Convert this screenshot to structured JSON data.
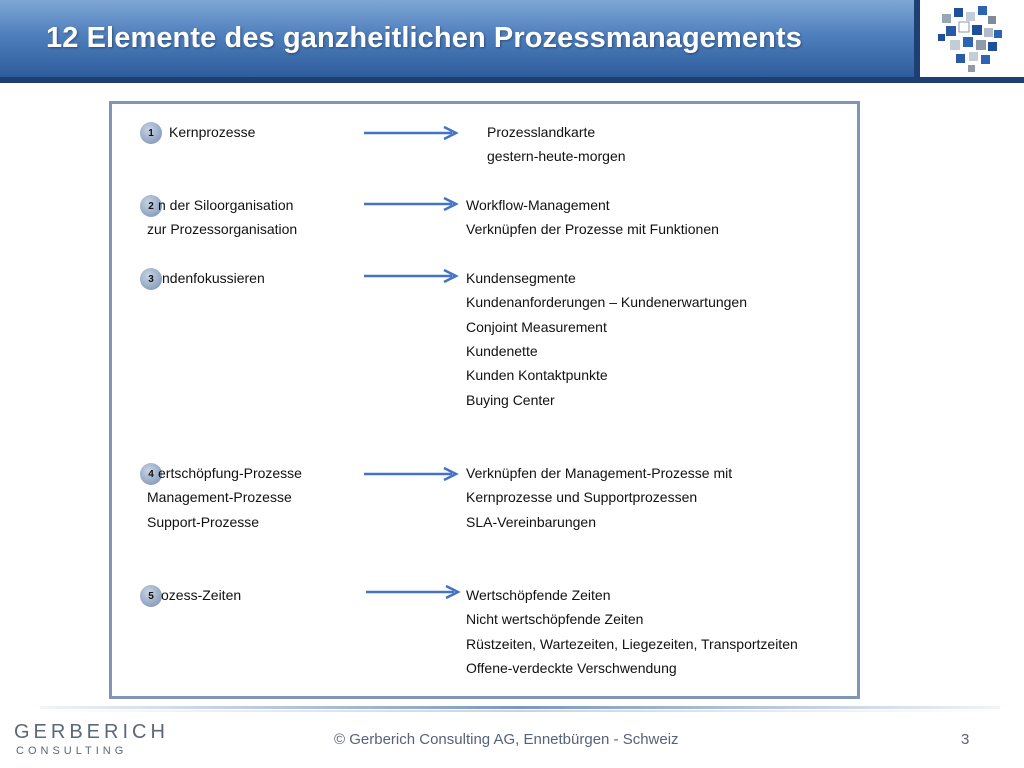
{
  "header": {
    "title": "12 Elemente des ganzheitlichen Prozessmanagements"
  },
  "colors": {
    "header_blue": "#4f7fbd",
    "header_dark": "#1d3f74",
    "box_border": "#8096b8",
    "arrow_blue": "#4472c4"
  },
  "items": [
    {
      "number": "1",
      "left": [
        "Kernprozesse"
      ],
      "right": [
        "Prozesslandkarte",
        "gestern-heute-morgen"
      ]
    },
    {
      "number": "2",
      "left": [
        "n der Siloorganisation",
        "zur Prozessorganisation"
      ],
      "right": [
        "Workflow-Management",
        "Verknüpfen der Prozesse mit Funktionen"
      ]
    },
    {
      "number": "3",
      "left": [
        "ndenfokussieren"
      ],
      "right": [
        "Kundensegmente",
        "Kundenanforderungen – Kundenerwartungen",
        "Conjoint Measurement",
        "Kundenette",
        "Kunden Kontaktpunkte",
        "Buying Center"
      ]
    },
    {
      "number": "4",
      "left": [
        "ertschöpfung-Prozesse",
        "Management-Prozesse",
        "Support-Prozesse"
      ],
      "right": [
        "Verknüpfen der Management-Prozesse mit",
        "Kernprozesse und Supportprozessen",
        "SLA-Vereinbarungen"
      ]
    },
    {
      "number": "5",
      "left": [
        "ozess-Zeiten"
      ],
      "right": [
        "Wertschöpfende Zeiten",
        "Nicht  wertschöpfende Zeiten",
        "Rüstzeiten, Wartezeiten, Liegezeiten, Transportzeiten",
        "Offene-verdeckte Verschwendung"
      ]
    }
  ],
  "footer": {
    "brand_main": "GERBERICH",
    "brand_sub": "CONSULTING",
    "copyright": "© Gerberich Consulting AG,  Ennetbürgen - Schweiz",
    "page_number": "3"
  },
  "icons": {
    "logo": "cube-cluster-icon",
    "arrow": "arrow-right-icon"
  }
}
